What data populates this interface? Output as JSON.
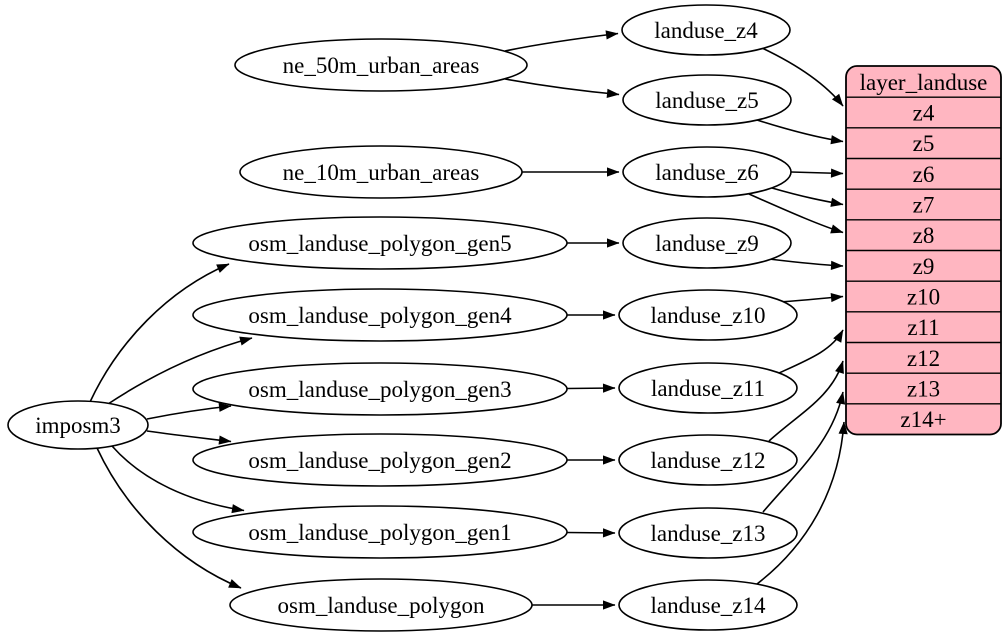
{
  "diagram": {
    "type": "dependency-graph",
    "colors": {
      "background": "#ffffff",
      "node_fill": "#ffffff",
      "node_stroke": "#000000",
      "edge_stroke": "#000000",
      "table_fill": "#ffb6c1"
    },
    "nodes": {
      "imposm3": "imposm3",
      "ne_50m_urban_areas": "ne_50m_urban_areas",
      "ne_10m_urban_areas": "ne_10m_urban_areas",
      "osm_landuse_polygon_gen5": "osm_landuse_polygon_gen5",
      "osm_landuse_polygon_gen4": "osm_landuse_polygon_gen4",
      "osm_landuse_polygon_gen3": "osm_landuse_polygon_gen3",
      "osm_landuse_polygon_gen2": "osm_landuse_polygon_gen2",
      "osm_landuse_polygon_gen1": "osm_landuse_polygon_gen1",
      "osm_landuse_polygon": "osm_landuse_polygon",
      "landuse_z4": "landuse_z4",
      "landuse_z5": "landuse_z5",
      "landuse_z6": "landuse_z6",
      "landuse_z9": "landuse_z9",
      "landuse_z10": "landuse_z10",
      "landuse_z11": "landuse_z11",
      "landuse_z12": "landuse_z12",
      "landuse_z13": "landuse_z13",
      "landuse_z14": "landuse_z14"
    },
    "table": {
      "title": "layer_landuse",
      "rows": [
        "z4",
        "z5",
        "z6",
        "z7",
        "z8",
        "z9",
        "z10",
        "z11",
        "z12",
        "z13",
        "z14+"
      ]
    },
    "edges": [
      {
        "from": "imposm3",
        "to": "osm_landuse_polygon_gen5"
      },
      {
        "from": "imposm3",
        "to": "osm_landuse_polygon_gen4"
      },
      {
        "from": "imposm3",
        "to": "osm_landuse_polygon_gen3"
      },
      {
        "from": "imposm3",
        "to": "osm_landuse_polygon_gen2"
      },
      {
        "from": "imposm3",
        "to": "osm_landuse_polygon_gen1"
      },
      {
        "from": "imposm3",
        "to": "osm_landuse_polygon"
      },
      {
        "from": "ne_50m_urban_areas",
        "to": "landuse_z4"
      },
      {
        "from": "ne_50m_urban_areas",
        "to": "landuse_z5"
      },
      {
        "from": "ne_10m_urban_areas",
        "to": "landuse_z6"
      },
      {
        "from": "osm_landuse_polygon_gen5",
        "to": "landuse_z9"
      },
      {
        "from": "osm_landuse_polygon_gen4",
        "to": "landuse_z10"
      },
      {
        "from": "osm_landuse_polygon_gen3",
        "to": "landuse_z11"
      },
      {
        "from": "osm_landuse_polygon_gen2",
        "to": "landuse_z12"
      },
      {
        "from": "osm_landuse_polygon_gen1",
        "to": "landuse_z13"
      },
      {
        "from": "osm_landuse_polygon",
        "to": "landuse_z14"
      },
      {
        "from": "landuse_z4",
        "to": "layer_landuse:z4"
      },
      {
        "from": "landuse_z5",
        "to": "layer_landuse:z5"
      },
      {
        "from": "landuse_z6",
        "to": "layer_landuse:z6"
      },
      {
        "from": "landuse_z6",
        "to": "layer_landuse:z7"
      },
      {
        "from": "landuse_z6",
        "to": "layer_landuse:z8"
      },
      {
        "from": "landuse_z9",
        "to": "layer_landuse:z9"
      },
      {
        "from": "landuse_z10",
        "to": "layer_landuse:z10"
      },
      {
        "from": "landuse_z11",
        "to": "layer_landuse:z11"
      },
      {
        "from": "landuse_z12",
        "to": "layer_landuse:z12"
      },
      {
        "from": "landuse_z13",
        "to": "layer_landuse:z13"
      },
      {
        "from": "landuse_z14",
        "to": "layer_landuse:z14+"
      }
    ]
  }
}
